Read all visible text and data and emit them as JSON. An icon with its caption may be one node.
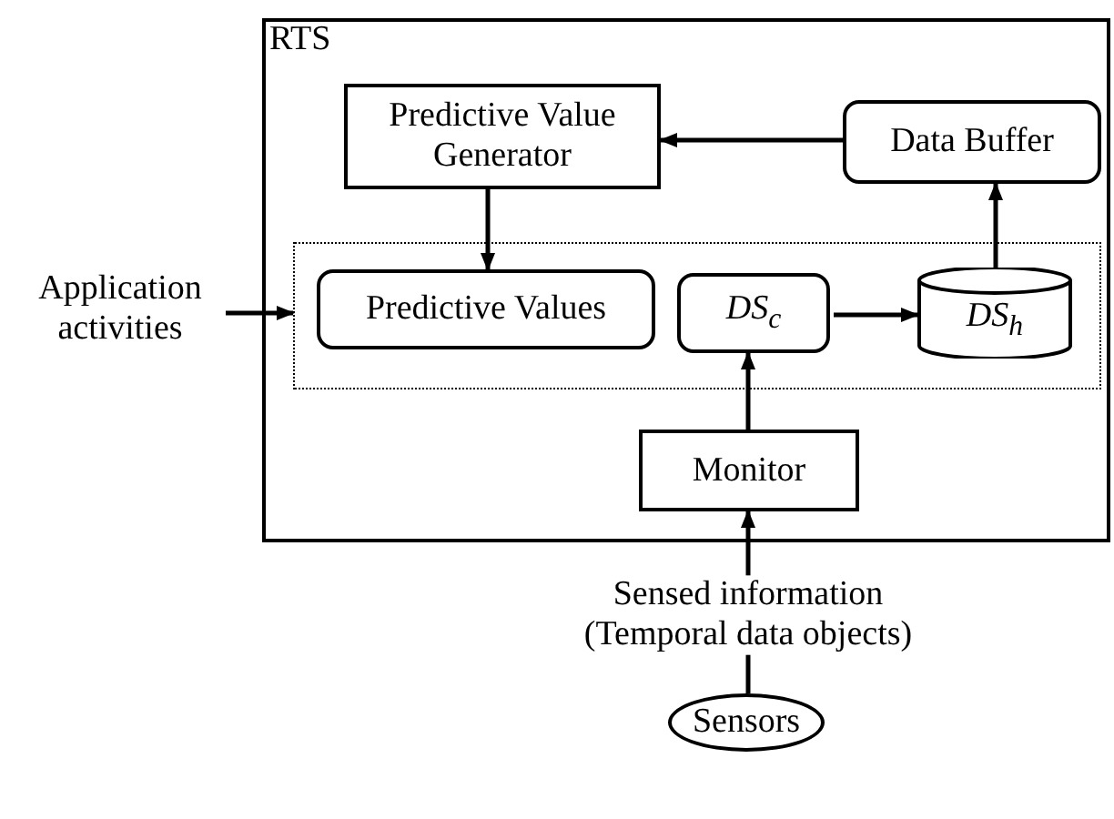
{
  "diagram": {
    "nodes": [
      {
        "text": [
          "RTS"
        ]
      },
      {
        "text": [
          "Predictive Value Generator"
        ],
        "in": 0
      },
      {
        "text": [
          "Data Buffer"
        ],
        "in": 0
      },
      {
        "text": [],
        "shape": "box",
        "in": 0
      },
      {
        "text": [
          "Predictive Values"
        ],
        "in": 3
      },
      {
        "text": [
          "DS$_{c}$"
        ],
        "in": 3
      },
      {
        "text": [
          "DS$_{h}$"
        ],
        "in": 3
      },
      {
        "text": [
          "Monitor"
        ],
        "in": 0
      },
      {
        "text": [
          "Application activities"
        ]
      },
      {
        "text": [
          "Sensed information (Temporal data objects)"
        ]
      },
      {
        "text": [
          "Sensors"
        ]
      }
    ],
    "edges": [
      {
        "from": 2,
        "to": 1,
        "arrow": "to"
      },
      {
        "from": 1,
        "to": 4,
        "arrow": "to"
      },
      {
        "from": 5,
        "to": 6,
        "arrow": "to"
      },
      {
        "from": 6,
        "to": 2,
        "arrow": "to"
      },
      {
        "from": 7,
        "to": 5,
        "arrow": "to"
      },
      {
        "from": 8,
        "to": 3,
        "arrow": "to"
      },
      {
        "from": 9,
        "to": 7,
        "arrow": "to"
      },
      {
        "from": 10,
        "to": 9,
        "arrow": "none"
      }
    ]
  }
}
